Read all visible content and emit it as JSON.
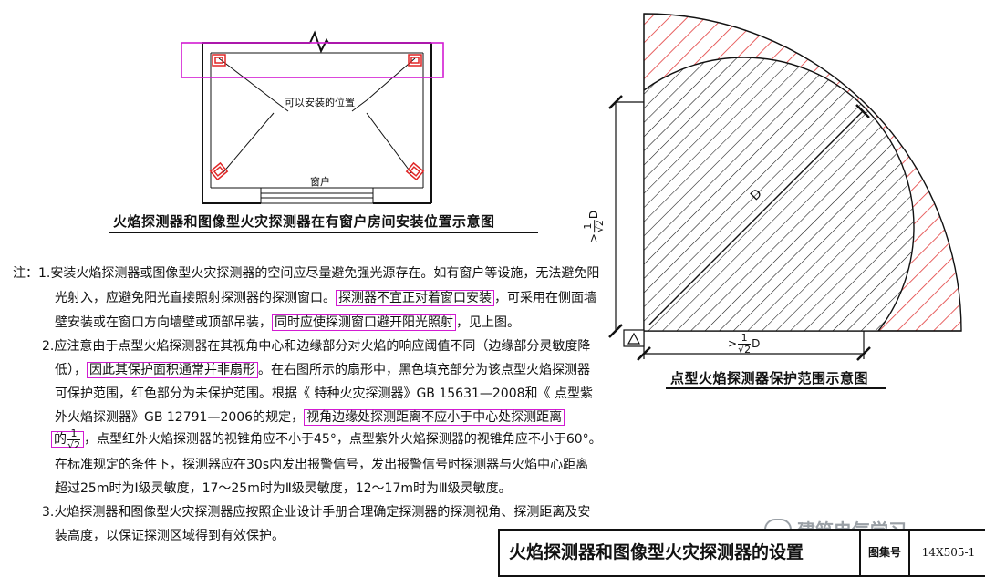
{
  "left_diagram": {
    "center_label": "可以安装的位置",
    "window_label": "窗户",
    "caption": "火焰探测器和图像型火灾探测器在有窗户房间安装位置示意图"
  },
  "right_diagram": {
    "diameter_label": "D",
    "vertical_dim": {
      "prefix": ">",
      "num": "1",
      "den": "√2",
      "suffix": "D"
    },
    "horizontal_dim": {
      "prefix": ">",
      "num": "1",
      "den": "√2",
      "suffix": "D"
    },
    "caption": "点型火焰探测器保护范围示意图",
    "colors": {
      "hatch_fill": "#111111",
      "unprotected": "#e23a3a"
    }
  },
  "notes": {
    "prefix": "注：",
    "n1_a": "1.安装火焰探测器或图像型火灾探测器的空间应尽量避免强光源存在。如有窗户等设施，无法避免阳",
    "n1_b": "光射入，应避免阳光直接照射探测器的探测窗口。",
    "n1_hl1": "探测器不宜正对着窗口安装",
    "n1_c": "，可采用在侧面墙",
    "n1_d": "壁安装或在窗口方向墙壁或顶部吊装，",
    "n1_hl2": "同时应使探测窗口避开阳光照射",
    "n1_e": "，见上图。",
    "n2_a": "2.应注意由于点型火焰探测器在其视角中心和边缘部分对火焰的响应阈值不同（边缘部分灵敏度降",
    "n2_b": "低），",
    "n2_hl1": "因此其保护面积通常并非扇形",
    "n2_c": "。在右图所示的扇形中，黑色填充部分为该点型火焰探测器",
    "n2_d": "可保护范围，红色部分为未保护范围。根据《 特种火灾探测器》GB  15631—2008和《 点型紫",
    "n2_e": "外火焰探测器》GB  12791—2006的规定，",
    "n2_hl2": "视角边缘处探测距离不应小于中心处探测距离",
    "n2_hl3_pre": "的",
    "n2_frac_num": "1",
    "n2_frac_den": "√2",
    "n2_f": "，点型红外火焰探测器的视锥角应不小于45°，点型紫外火焰探测器的视锥角应不小于60°。",
    "n2_g": "在标准规定的条件下，探测器应在30s内发出报警信号，发出报警信号时探测器与火焰中心距离",
    "n2_h": "超过25m时为Ⅰ级灵敏度，17～25m时为Ⅱ级灵敏度，12～17m时为Ⅲ级灵敏度。",
    "n3_a": "3.火焰探测器和图像型火灾探测器应按照企业设计手册合理确定探测器的探测视角、探测距离及安",
    "n3_b": "装高度，以保证探测区域得到有效保护。"
  },
  "title_block": {
    "title": "火焰探测器和图像型火灾探测器的设置",
    "atlas_label": "图集号",
    "atlas_no": "14X505-1"
  },
  "watermark": "建筑电气学习",
  "highlight_color": "#d21bd2"
}
